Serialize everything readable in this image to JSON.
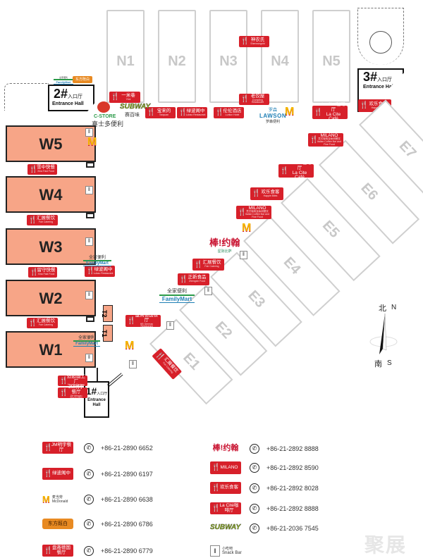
{
  "map": {
    "north_halls": [
      "N1",
      "N2",
      "N3",
      "N4",
      "N5"
    ],
    "west_halls": [
      "W5",
      "W4",
      "W3",
      "W2",
      "W1"
    ],
    "east_halls": [
      "E1",
      "E2",
      "E3",
      "E4",
      "E5",
      "E6",
      "E7"
    ],
    "towers": [
      "T2",
      "T1"
    ],
    "entrances": [
      {
        "num": "1#",
        "cn": "入口厅",
        "en": "Entrance Hall"
      },
      {
        "num": "2#",
        "cn": "入口厅",
        "en": "Entrance Hall"
      },
      {
        "num": "3#",
        "cn": "入口厅",
        "en": "Entrance Hall"
      }
    ],
    "compass": {
      "north_cn": "北",
      "north_en": "N",
      "south_cn": "南",
      "south_en": "S"
    }
  },
  "restaurants": {
    "yimiqiao": {
      "cn": "一米巷",
      "en": "Yimi"
    },
    "baolaide": {
      "cn": "宝来的",
      "en": "Taoyuan"
    },
    "lvboge_n": {
      "cn": "绿波阁中",
      "en": "Lubao Restaurant"
    },
    "lunlun": {
      "cn": "伦伦酒店",
      "en": "Lunlun Hotel"
    },
    "shennong": {
      "cn": "神农氏",
      "en": "Shennongshi"
    },
    "laojiaowu": {
      "cn": "老饺屋",
      "en": "Dumpling Restaurant"
    },
    "lacite_n": {
      "cn": "La Cité咖啡厅",
      "en": "La Cite Café"
    },
    "huanle_n": {
      "cn": "欢乐食客",
      "en": "Happie Bites"
    },
    "milano_1": {
      "cn": "MILANO",
      "en": "意式咖啡及休闲餐饮 Italian Coffee Bar and Fine Food"
    },
    "lacite_e": {
      "cn": "La Cité咖啡厅",
      "en": "La Cite Café"
    },
    "huanle_e": {
      "cn": "欢乐食客",
      "en": "Happie Bites"
    },
    "milano_2": {
      "cn": "MILANO",
      "en": "意式咖啡及休闲餐饮 Italian Coffee Bar and Fine Food"
    },
    "huizhan_e4": {
      "cn": "汇展餐饮",
      "en": "Fair Catering"
    },
    "zhengxin": {
      "cn": "正新食品",
      "en": "Zhengxin Food"
    },
    "beijing": {
      "cn": "盘斋德国餐厅",
      "en": "HB German Restaurant"
    },
    "huizhan_e1": {
      "cn": "汇展餐饮",
      "en": "Fair Catering"
    },
    "xuezhong": {
      "cn": "雪中快餐",
      "en": "Xina Fast Food"
    },
    "huizhan_w4": {
      "cn": "汇展餐饮",
      "en": "Fair Catering"
    },
    "yingbu": {
      "cn": "留守快餐",
      "en": "Xina Fast Food"
    },
    "lvboge_w": {
      "cn": "绿波阁中",
      "en": "Lubao Restaurant"
    },
    "huizhan_w2": {
      "cn": "汇展餐饮",
      "en": "Fair Catering"
    },
    "tiantian": {
      "cn": "适逅面工厂",
      "en": "Noodle Factory"
    },
    "jm": {
      "cn": "JM明宇餐厅",
      "en": "JM Mingyu Restaurant"
    }
  },
  "brands": {
    "subway": {
      "logo": "SUBWAY",
      "cn": "赛百味"
    },
    "cstore": {
      "logo": "C-STORE",
      "cn": "喜士多便利"
    },
    "lawson": {
      "logo_cn": "罗森",
      "logo": "LAWSON",
      "cn": "罗森便利"
    },
    "familymart": {
      "cn": "全家便利",
      "logo": "FamilyMart"
    },
    "mcdonalds": {
      "logo": "M",
      "cn": "麦当劳",
      "en": "McDonald"
    },
    "papajohns": {
      "logo": "棒!约翰",
      "sub": "星际比萨"
    },
    "dongfang": {
      "logo": "东方既白"
    }
  },
  "legend": {
    "left": [
      {
        "name": "JM明宇餐厅",
        "phone": "+86-21-2890 6652"
      },
      {
        "name": "绿波阁中",
        "phone": "+86-21-2890 6197"
      },
      {
        "name": "麦当劳 McDonald",
        "phone": "+86-21-2890 6638"
      },
      {
        "name": "东方既白",
        "phone": "+86-21-2890 6786"
      },
      {
        "name": "盘斋德国餐厅",
        "phone": "+86-21-2890 6779"
      }
    ],
    "right": [
      {
        "name": "棒!约翰",
        "phone": "+86-21-2892 8888"
      },
      {
        "name": "MILANO",
        "phone": "+86-21-2892 8590"
      },
      {
        "name": "欢乐食客",
        "phone": "+86-21-2892 8028"
      },
      {
        "name": "La Cité咖啡厅",
        "phone": "+86-21-2892 8888"
      },
      {
        "name": "SUBWAY",
        "phone": "+86-21-2036 7545"
      }
    ],
    "snack": {
      "cn": "小吃吧",
      "en": "Snack Bar"
    }
  },
  "watermark": "聚展",
  "colors": {
    "sign_red": "#d7202a",
    "west_hall": "#f7a587",
    "hall_outline": "#cfcfcf"
  }
}
